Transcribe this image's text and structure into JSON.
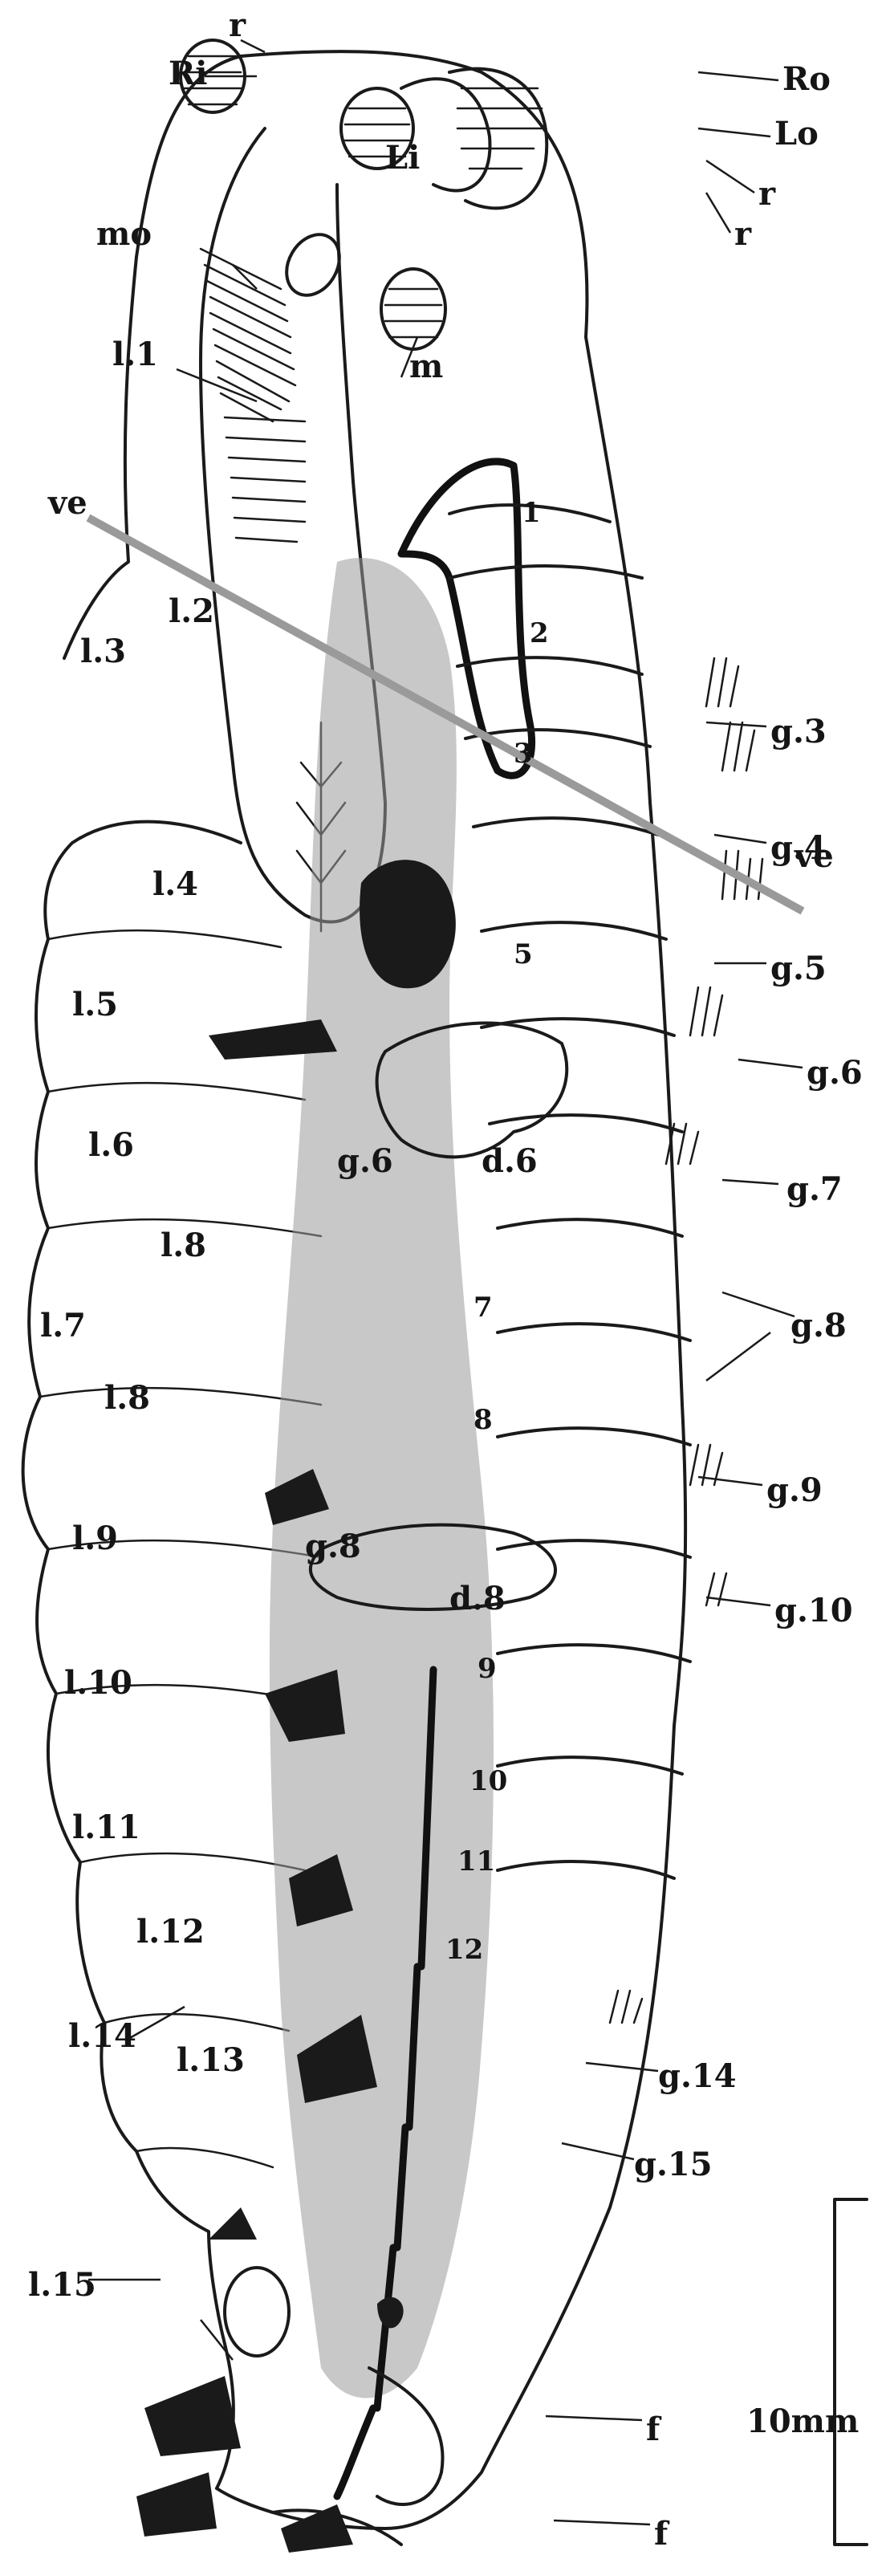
{
  "labels": {
    "Ri": "Ri",
    "r": "r",
    "Ro": "Ro",
    "Lo": "Lo",
    "Li": "Li",
    "m": "m",
    "mo": "mo",
    "l1": "l.1",
    "ve": "ve",
    "l2": "l.2",
    "l3": "l.3",
    "l4": "l.4",
    "l5": "l.5",
    "l6": "l.6",
    "l7": "l.7",
    "l8": "l.8",
    "l9": "l.9",
    "l10": "l.10",
    "l11": "l.11",
    "l12": "l.12",
    "l13": "l.13",
    "l14": "l.14",
    "l15": "l.15",
    "g3": "g.3",
    "g4": "g.4",
    "g5": "g.5",
    "g6": "g.6",
    "g7": "g.7",
    "g8": "g.8",
    "g9": "g.9",
    "g10": "g.10",
    "g14": "g.14",
    "g15": "g.15",
    "d6": "d.6",
    "d8": "d.8",
    "f": "f",
    "n1": "1",
    "n2": "2",
    "n3": "3",
    "n5": "5",
    "n7": "7",
    "n8": "8",
    "n9": "9",
    "n10": "10",
    "n11": "11",
    "n12": "12",
    "scale": "10mm"
  }
}
